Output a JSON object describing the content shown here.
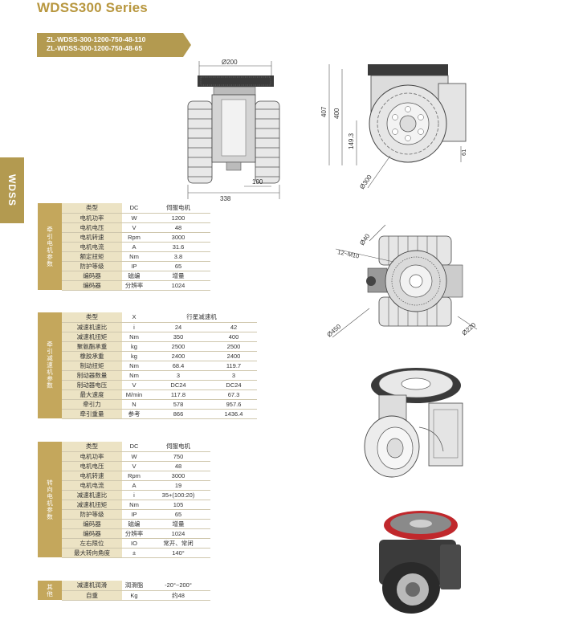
{
  "header": {
    "series_title": "WDSS300 Series",
    "model_1": "ZL-WDSS-300-1200-750-48-110",
    "model_2": "ZL-WDSS-300-1200-750-48-65",
    "side_tab": "WDSS"
  },
  "table_traction_motor": {
    "category": "牵引电机参数",
    "rows": [
      [
        "类型",
        "DC",
        "伺服电机"
      ],
      [
        "电机功率",
        "W",
        "1200"
      ],
      [
        "电机电压",
        "V",
        "48"
      ],
      [
        "电机转速",
        "Rpm",
        "3000"
      ],
      [
        "电机电流",
        "A",
        "31.6"
      ],
      [
        "额定扭矩",
        "Nm",
        "3.8"
      ],
      [
        "防护等级",
        "IP",
        "65"
      ],
      [
        "编码器",
        "磁编",
        "增量"
      ],
      [
        "编码器",
        "分辨率",
        "1024"
      ]
    ]
  },
  "table_traction_reducer": {
    "category": "牵引减速机参数",
    "rows": [
      [
        "类型",
        "X",
        "行星减速机",
        ""
      ],
      [
        "减速机速比",
        "i",
        "24",
        "42"
      ],
      [
        "减速机扭矩",
        "Nm",
        "350",
        "400"
      ],
      [
        "聚氨酯承重",
        "kg",
        "2500",
        "2500"
      ],
      [
        "橡胶承重",
        "kg",
        "2400",
        "2400"
      ],
      [
        "制动扭矩",
        "Nm",
        "68.4",
        "119.7"
      ],
      [
        "制动器数量",
        "Nm",
        "3",
        "3"
      ],
      [
        "制动器电压",
        "V",
        "DC24",
        "DC24"
      ],
      [
        "最大速度",
        "M/min",
        "117.8",
        "67.3"
      ],
      [
        "牵引力",
        "N",
        "578",
        "957.6"
      ],
      [
        "牵引重量",
        "参考",
        "866",
        "1436.4"
      ]
    ]
  },
  "table_steering_motor": {
    "category": "转向电机参数",
    "rows": [
      [
        "类型",
        "DC",
        "伺服电机"
      ],
      [
        "电机功率",
        "W",
        "750"
      ],
      [
        "电机电压",
        "V",
        "48"
      ],
      [
        "电机转速",
        "Rpm",
        "3000"
      ],
      [
        "电机电流",
        "A",
        "19"
      ],
      [
        "减速机速比",
        "i",
        "35+(100:20)"
      ],
      [
        "减速机扭矩",
        "Nm",
        "105"
      ],
      [
        "防护等级",
        "IP",
        "65"
      ],
      [
        "编码器",
        "磁编",
        "增量"
      ],
      [
        "编码器",
        "分辨率",
        "1024"
      ],
      [
        "左右限位",
        "IO",
        "常开、常闭"
      ],
      [
        "最大转向角度",
        "±",
        "140°"
      ]
    ]
  },
  "table_other": {
    "category": "其他",
    "rows": [
      [
        "减速机润滑",
        "润滑脂",
        "-20°~200°"
      ],
      [
        "自重",
        "Kg",
        "约48"
      ]
    ]
  },
  "dimensions": {
    "front": {
      "d200": "Ø200",
      "w338": "338",
      "w100": "100"
    },
    "side": {
      "h407": "407",
      "h400": "400",
      "h149": "149.3",
      "h61": "61",
      "d300": "Ø300"
    },
    "top": {
      "d40": "Ø40",
      "m10": "12~M10",
      "d450": "Ø450",
      "d220": "Ø220"
    }
  },
  "colors": {
    "gold": "#b39a50",
    "gold_light": "#ece3c4",
    "accent_red": "#c0282c"
  }
}
